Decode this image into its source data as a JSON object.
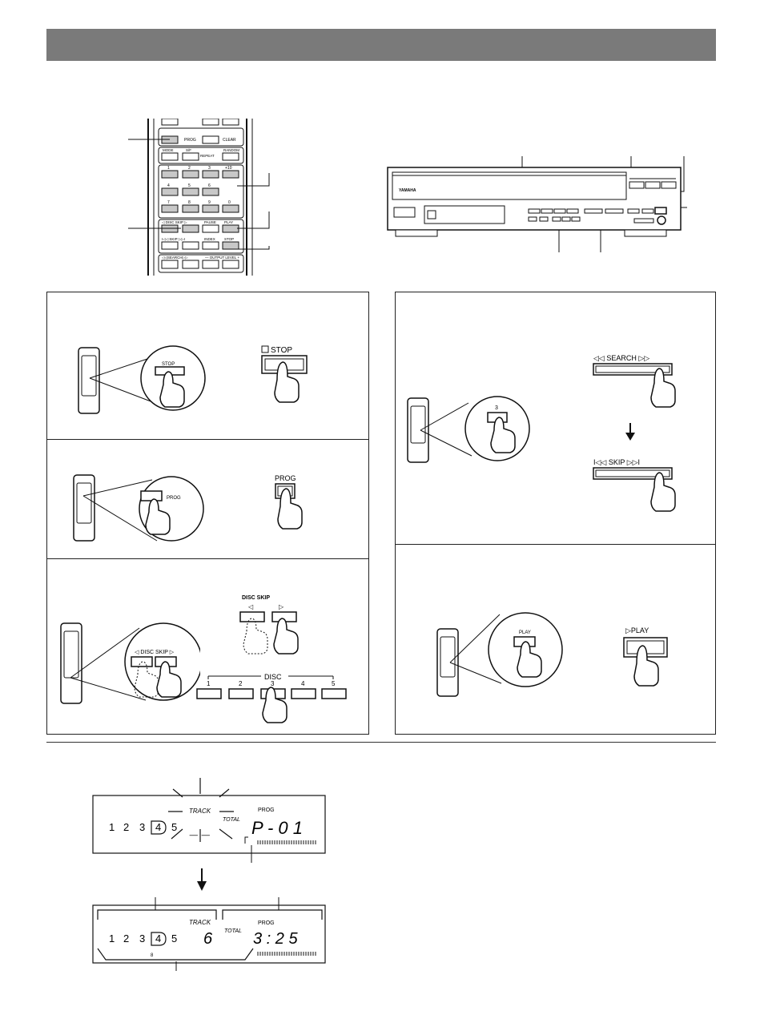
{
  "remote": {
    "buttons": {
      "prog": "PROG",
      "clear": "CLEAR",
      "mode": "MODE",
      "sf": "S/F",
      "repeat": "REPEAT",
      "random": "RANDOM",
      "n1": "1",
      "n2": "2",
      "n3": "3",
      "plus10": "+10",
      "n4": "4",
      "n5": "5",
      "n6": "6",
      "n7": "7",
      "n8": "8",
      "n9": "9",
      "n0": "0",
      "disc_skip": "◁ DISC SKIP ▷",
      "pause": "PAUSE",
      "play": "PLAY",
      "skip": "I◁◁ SKIP ▷▷I",
      "index": "INDEX",
      "stop": "STOP",
      "search": "◁◁SEARCH▷▷",
      "output_level": "— OUTPUT LEVEL +"
    }
  },
  "player": {
    "brand": "YAMAHA"
  },
  "steps": {
    "stop": {
      "remote_label": "STOP",
      "front_label": "STOP"
    },
    "prog": {
      "remote_label": "PROG",
      "front_label": "PROG"
    },
    "disc": {
      "remote_label": "◁ DISC SKIP ▷",
      "front_label": "DISC SKIP",
      "left_arrow": "◁",
      "right_arrow": "▷",
      "disc_header": "DISC",
      "discs": [
        "1",
        "2",
        "3",
        "4",
        "5"
      ]
    },
    "track": {
      "remote_label": "3",
      "search_label": "◁◁ SEARCH ▷▷",
      "skip_label": "I◁◁ SKIP ▷▷I"
    },
    "play": {
      "remote_label": "PLAY",
      "front_label": "▷PLAY"
    }
  },
  "display1": {
    "discs": [
      "1",
      "2",
      "3",
      "4",
      "5"
    ],
    "track_label": "TRACK",
    "total_label": "TOTAL",
    "prog_label": "PROG",
    "track_value": "_ _",
    "prog_value": "P - 0 1"
  },
  "display2": {
    "discs": [
      "1",
      "2",
      "3",
      "4",
      "5"
    ],
    "track_label": "TRACK",
    "total_label": "TOTAL",
    "prog_label": "PROG",
    "track_value": "6",
    "time_value": "3 : 2 5",
    "sub_label": "8"
  }
}
